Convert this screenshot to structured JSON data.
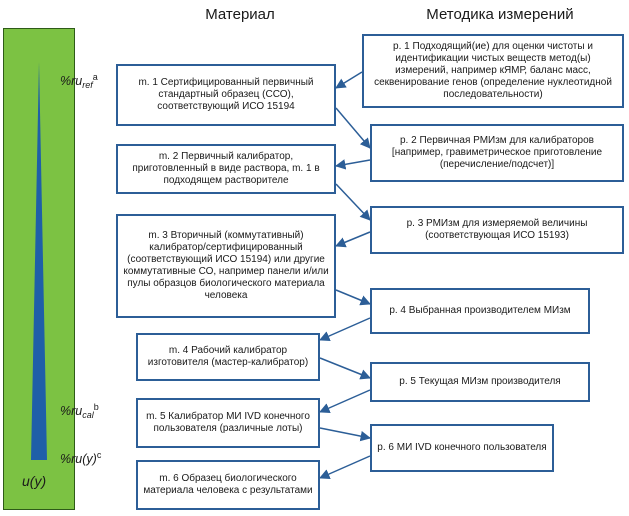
{
  "headers": {
    "material": "Материал",
    "method": "Методика измерений"
  },
  "axis": {
    "top_label": {
      "main": "%ru",
      "sub": "ref",
      "sup": "a"
    },
    "mid_label": {
      "main": "%ru",
      "sub": "cal",
      "sup": "b"
    },
    "low_label": {
      "main": "%ru(y)",
      "sup": "c"
    },
    "bottom_label": "u(y)"
  },
  "material_items": [
    "m. 1 Сертифицированный первичный стандартный образец (ССО), соответствующий ИСО 15194",
    "m. 2 Первичный калибратор, приготовленный в виде раствора, m. 1 в подходящем растворителе",
    "m. 3 Вторичный (коммутативный) калибратор/сертифицированный (соответствующий ИСО 15194) или другие коммутативные СО, например панели и/или пулы образцов биологического материала человека",
    "m. 4 Рабочий калибратор изготовителя (мастер-калибратор)",
    "m. 5 Калибратор МИ IVD конечного пользователя (различные лоты)",
    "m. 6 Образец биологического материала человека с результатами"
  ],
  "method_items": [
    "p. 1 Подходящий(ие) для оценки чистоты и идентификации чистых веществ метод(ы) измерений, например кЯМР, баланс масс, секвенирование генов (определение нуклеотидной последовательности)",
    "p. 2 Первичная РМИзм для калибраторов [например, гравиметрическое приготовление (перечисление/подсчет)]",
    "p. 3 РМИзм для измеряемой величины (соответствующая ИСО 15193)",
    "p. 4 Выбранная производителем МИзм",
    "p. 5 Текущая МИзм производителя",
    "p. 6 МИ IVD конечного пользователя"
  ],
  "colors": {
    "bar_fill": "#7cc243",
    "wedge_fill": "#1f5fa8",
    "box_border": "#2c5e97",
    "arrow": "#2c5e97"
  }
}
